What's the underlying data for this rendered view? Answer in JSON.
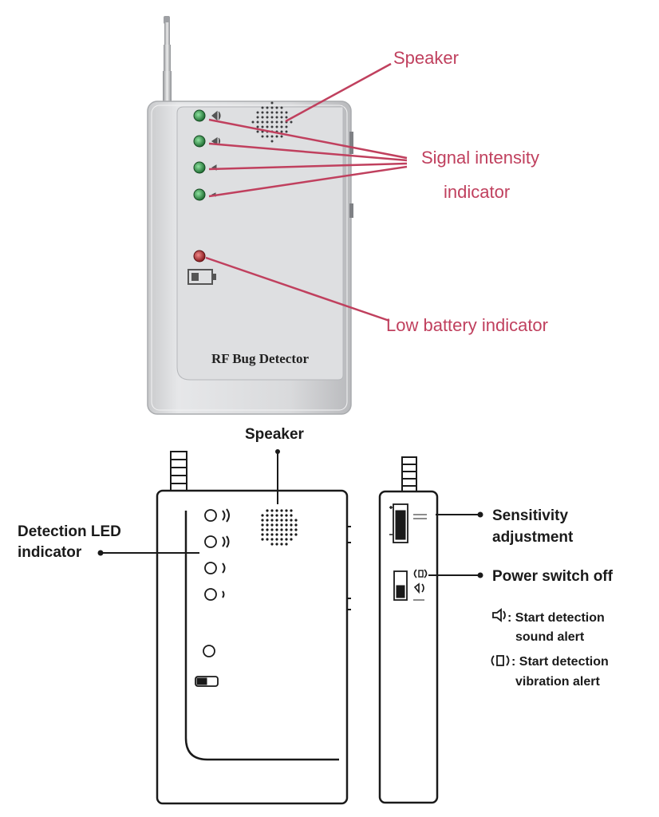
{
  "top_view": {
    "device_label": "RF Bug Detector",
    "callouts": {
      "speaker": "Speaker",
      "signal_line1": "Signal intensity",
      "signal_line2": "indicator",
      "low_battery": "Low battery indicator"
    },
    "colors": {
      "callout": "#c0405e",
      "led_green": "#1f8a3a",
      "led_red": "#b3242a",
      "body": "#d9dadc"
    }
  },
  "front_line_drawing": {
    "callouts": {
      "speaker": "Speaker",
      "detection_line1": "Detection LED",
      "detection_line2": "indicator"
    }
  },
  "side_line_drawing": {
    "callouts": {
      "sensitivity_line1": "Sensitivity",
      "sensitivity_line2": "adjustment",
      "power": "Power switch off"
    },
    "legend": [
      {
        "icon": "speaker-icon",
        "line1": ": Start detection",
        "line2": "sound alert"
      },
      {
        "icon": "vibration-icon",
        "line1": ": Start detection",
        "line2": "vibration alert"
      }
    ]
  }
}
